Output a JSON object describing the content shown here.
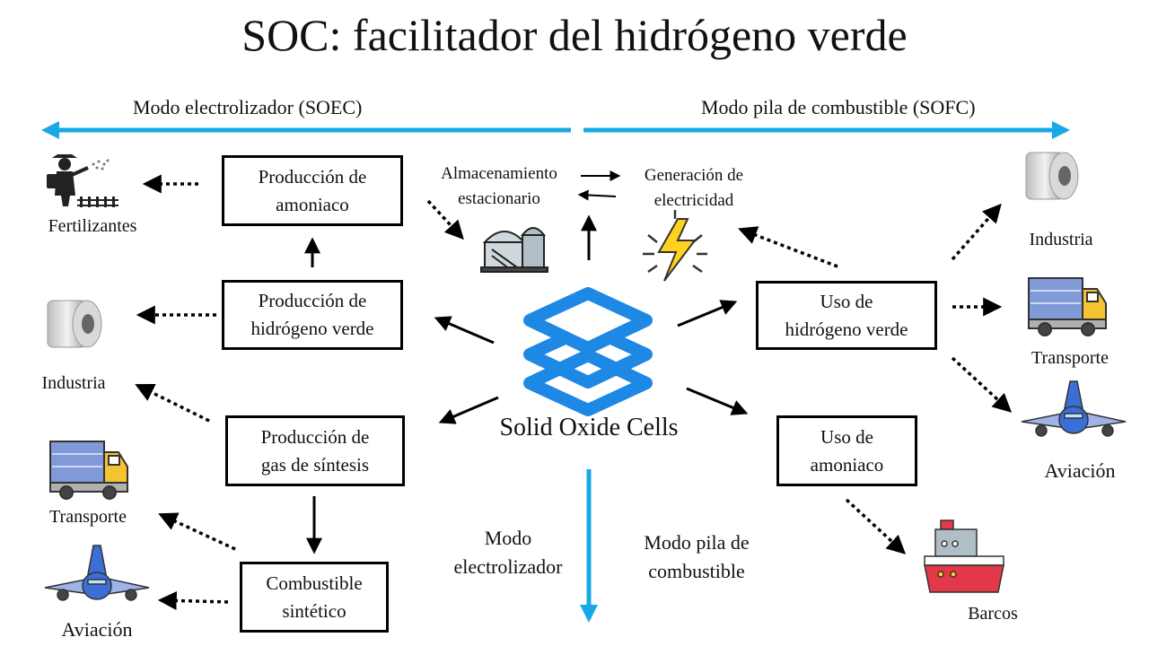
{
  "title": "SOC: facilitador del hidrógeno verde",
  "modes": {
    "left": "Modo electrolizador (SOEC)",
    "right": "Modo pila de combustible (SOFC)"
  },
  "center": {
    "label": "Solid Oxide Cells"
  },
  "boxes": {
    "amoniaco_prod": [
      "Producción de",
      "amoniaco"
    ],
    "h2_prod": [
      "Producción de",
      "hidrógeno verde"
    ],
    "syngas_prod": [
      "Producción de",
      "gas de síntesis"
    ],
    "synfuel": [
      "Combustible",
      "sintético"
    ],
    "h2_use": [
      "Uso de",
      "hidrógeno verde"
    ],
    "nh3_use": [
      "Uso de",
      "amoniaco"
    ]
  },
  "labels": {
    "storage": [
      "Almacenamiento",
      "estacionario"
    ],
    "electricity": [
      "Generación de",
      "electricidad"
    ],
    "bottom_left": [
      "Modo",
      "electrolizador"
    ],
    "bottom_right": [
      "Modo pila de",
      "combustible"
    ]
  },
  "applications": {
    "fertilizers": "Fertilizantes",
    "industry_left": "Industria",
    "transport_left": "Transporte",
    "aviation_left": "Aviación",
    "industry_right": "Industria",
    "transport_right": "Transporte",
    "aviation_right": "Aviación",
    "ships": "Barcos"
  },
  "colors": {
    "accent_blue": "#17a9e6",
    "stack_blue": "#1e88e5",
    "truck_blue": "#7f9ad6",
    "truck_yellow": "#f4c430",
    "plane_blue": "#3b6fd8",
    "bolt_yellow": "#ffd21f",
    "ship_red": "#e2384a"
  }
}
